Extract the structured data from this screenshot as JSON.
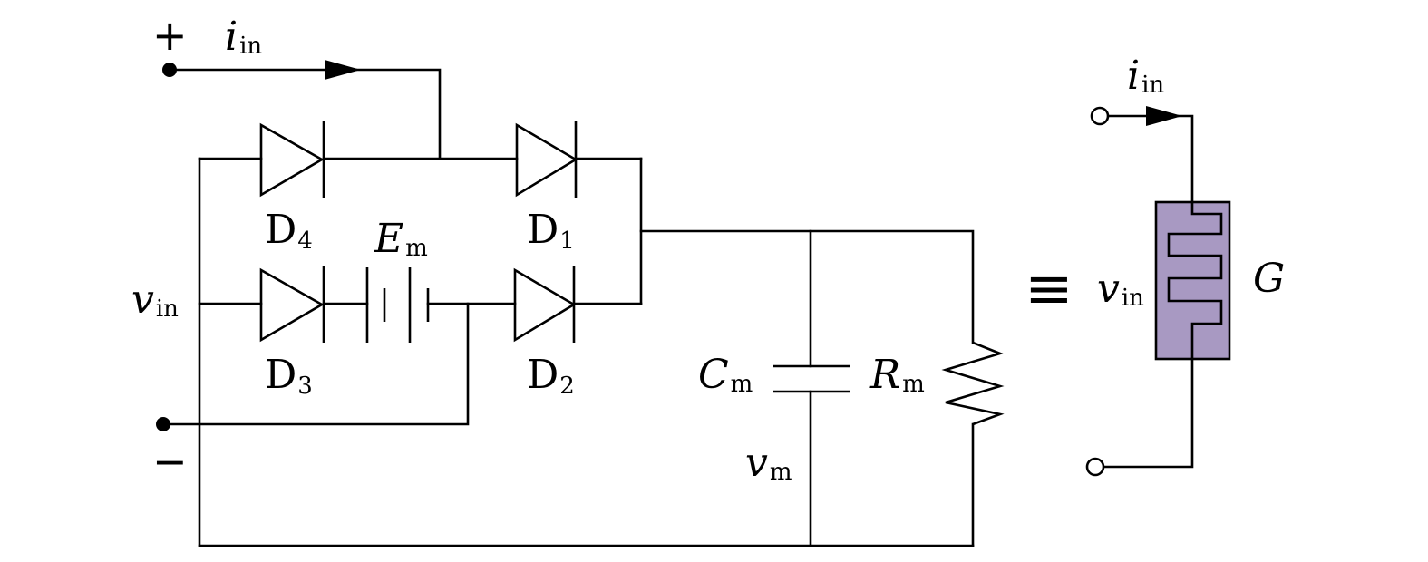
{
  "colors": {
    "line": "#000000",
    "memristor_fill": "#a899c2"
  },
  "terminals": {
    "plus_sign": "+",
    "minus_sign": "−"
  },
  "labels": {
    "i_in_main": {
      "base": "i",
      "sub": "in"
    },
    "v_in_main": {
      "base": "v",
      "sub": "in"
    },
    "d1": {
      "base": "D",
      "sub": "1"
    },
    "d2": {
      "base": "D",
      "sub": "2"
    },
    "d3": {
      "base": "D",
      "sub": "3"
    },
    "d4": {
      "base": "D",
      "sub": "4"
    },
    "e_m": {
      "base": "E",
      "sub": "m"
    },
    "c_m": {
      "base": "C",
      "sub": "m"
    },
    "r_m": {
      "base": "R",
      "sub": "m"
    },
    "v_m": {
      "base": "v",
      "sub": "m"
    },
    "equiv": "≡",
    "i_in_equiv": {
      "base": "i",
      "sub": "in"
    },
    "v_in_equiv": {
      "base": "v",
      "sub": "in"
    },
    "g": "G"
  }
}
